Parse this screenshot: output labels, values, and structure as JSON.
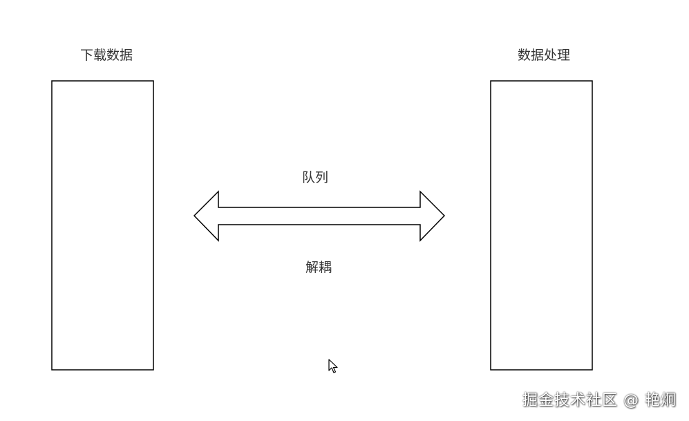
{
  "diagram": {
    "left_box_label": "下载数据",
    "right_box_label": "数据处理",
    "arrow_top_label": "队列",
    "arrow_bottom_label": "解耦"
  },
  "watermark": {
    "text": "掘金技术社区 @ 艳炯"
  }
}
